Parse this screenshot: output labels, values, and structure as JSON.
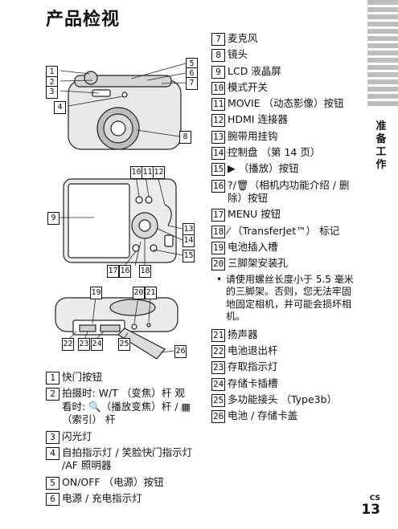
{
  "page": {
    "title": "产品检视",
    "section_tab": [
      "准",
      "备",
      "工",
      "作"
    ],
    "lang": "CS",
    "page_number": "13"
  },
  "left_list": [
    {
      "n": "1",
      "text": "快门按钮"
    },
    {
      "n": "2",
      "text": "拍摄时: W/T （变焦）杆 观看时: 🔍（播放变焦）杆 / ▦（索引） 杆"
    },
    {
      "n": "3",
      "text": "闪光灯"
    },
    {
      "n": "4",
      "text": "自拍指示灯 / 笑脸快门指示灯 /AF 照明器"
    },
    {
      "n": "5",
      "text": "ON/OFF （电源）按钮"
    },
    {
      "n": "6",
      "text": "电源 / 充电指示灯"
    }
  ],
  "right_list_a": [
    {
      "n": "7",
      "text": "麦克风"
    },
    {
      "n": "8",
      "text": "镜头"
    },
    {
      "n": "9",
      "text": "LCD 液晶屏"
    },
    {
      "n": "10",
      "text": "模式开关"
    },
    {
      "n": "11",
      "text": "MOVIE （动态影像）按钮"
    },
    {
      "n": "12",
      "text": "HDMI 连接器"
    },
    {
      "n": "13",
      "text": "腕带用挂钩"
    },
    {
      "n": "14",
      "text": "控制盘 （第 14 页）"
    },
    {
      "n": "15",
      "text": "▶ （播放）按钮"
    },
    {
      "n": "16",
      "text": "?/🗑（相机内功能介绍 / 删除）按钮"
    },
    {
      "n": "17",
      "text": "MENU 按钮"
    },
    {
      "n": "18",
      "text": "⁄ （TransferJet™） 标记"
    },
    {
      "n": "19",
      "text": "电池插入槽"
    },
    {
      "n": "20",
      "text": "三脚架安装孔"
    }
  ],
  "note": "请使用螺丝长度小于 5.5 毫米的三脚架。否则，您无法牢固地固定相机，并可能会损坏相机。",
  "right_list_b": [
    {
      "n": "21",
      "text": "扬声器"
    },
    {
      "n": "22",
      "text": "电池退出杆"
    },
    {
      "n": "23",
      "text": "存取指示灯"
    },
    {
      "n": "24",
      "text": "存储卡插槽"
    },
    {
      "n": "25",
      "text": "多功能接头 （Type3b）"
    },
    {
      "n": "26",
      "text": "电池 / 存储卡盖"
    }
  ],
  "figure_callouts": {
    "top": [
      "1",
      "2",
      "3",
      "4",
      "5",
      "6",
      "7",
      "8"
    ],
    "back": [
      "9",
      "10",
      "11",
      "12",
      "13",
      "14",
      "15",
      "16",
      "17",
      "18"
    ],
    "bottom": [
      "19",
      "20",
      "21",
      "22",
      "23",
      "24",
      "25",
      "26"
    ]
  }
}
